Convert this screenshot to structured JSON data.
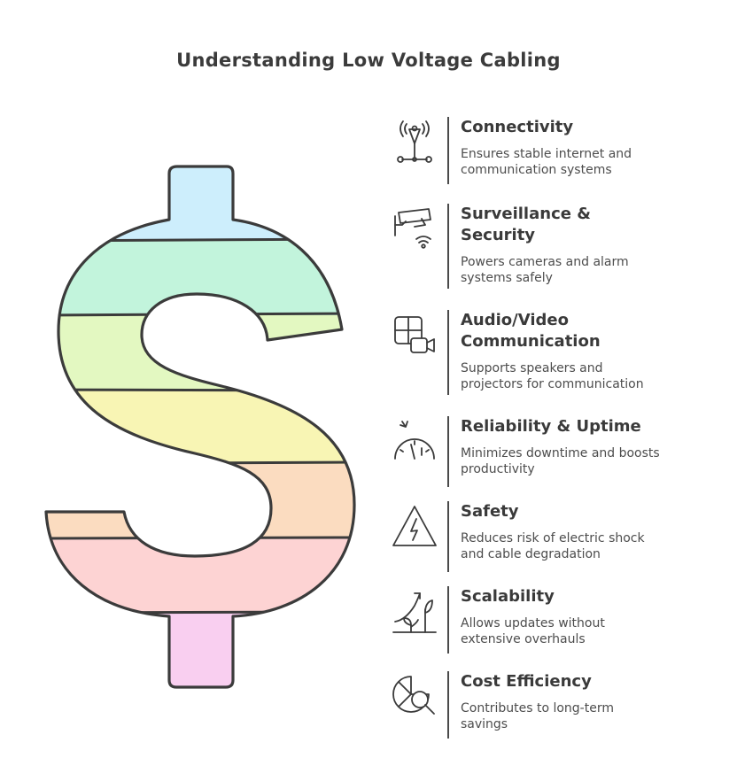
{
  "title": "Understanding Low Voltage Cabling",
  "colors": {
    "stroke": "#3b3b3b",
    "bands": [
      "#cdeefc",
      "#c2f4dc",
      "#e3f8c1",
      "#f8f5b4",
      "#fbdcc0",
      "#fdd3d3",
      "#f9cff0"
    ]
  },
  "items": [
    {
      "title": "Connectivity",
      "desc": "Ensures stable internet and\ncommunication systems",
      "icon": "antenna-network-icon"
    },
    {
      "title": "Surveillance &\nSecurity",
      "desc": "Powers cameras and alarm\nsystems safely",
      "icon": "security-camera-wifi-icon"
    },
    {
      "title": "Audio/Video\nCommunication",
      "desc": "Supports speakers and\nprojectors for communication",
      "icon": "video-conference-icon"
    },
    {
      "title": "Reliability & Uptime",
      "desc": "Minimizes downtime and boosts\nproductivity",
      "icon": "speedometer-icon"
    },
    {
      "title": "Safety",
      "desc": "Reduces risk of electric shock\nand cable degradation",
      "icon": "high-voltage-warning-icon"
    },
    {
      "title": "Scalability",
      "desc": "Allows updates without\nextensive overhauls",
      "icon": "growth-plant-icon"
    },
    {
      "title": "Cost Efficiency",
      "desc": "Contributes to long-term\nsavings",
      "icon": "pie-chart-magnifier-icon"
    }
  ]
}
